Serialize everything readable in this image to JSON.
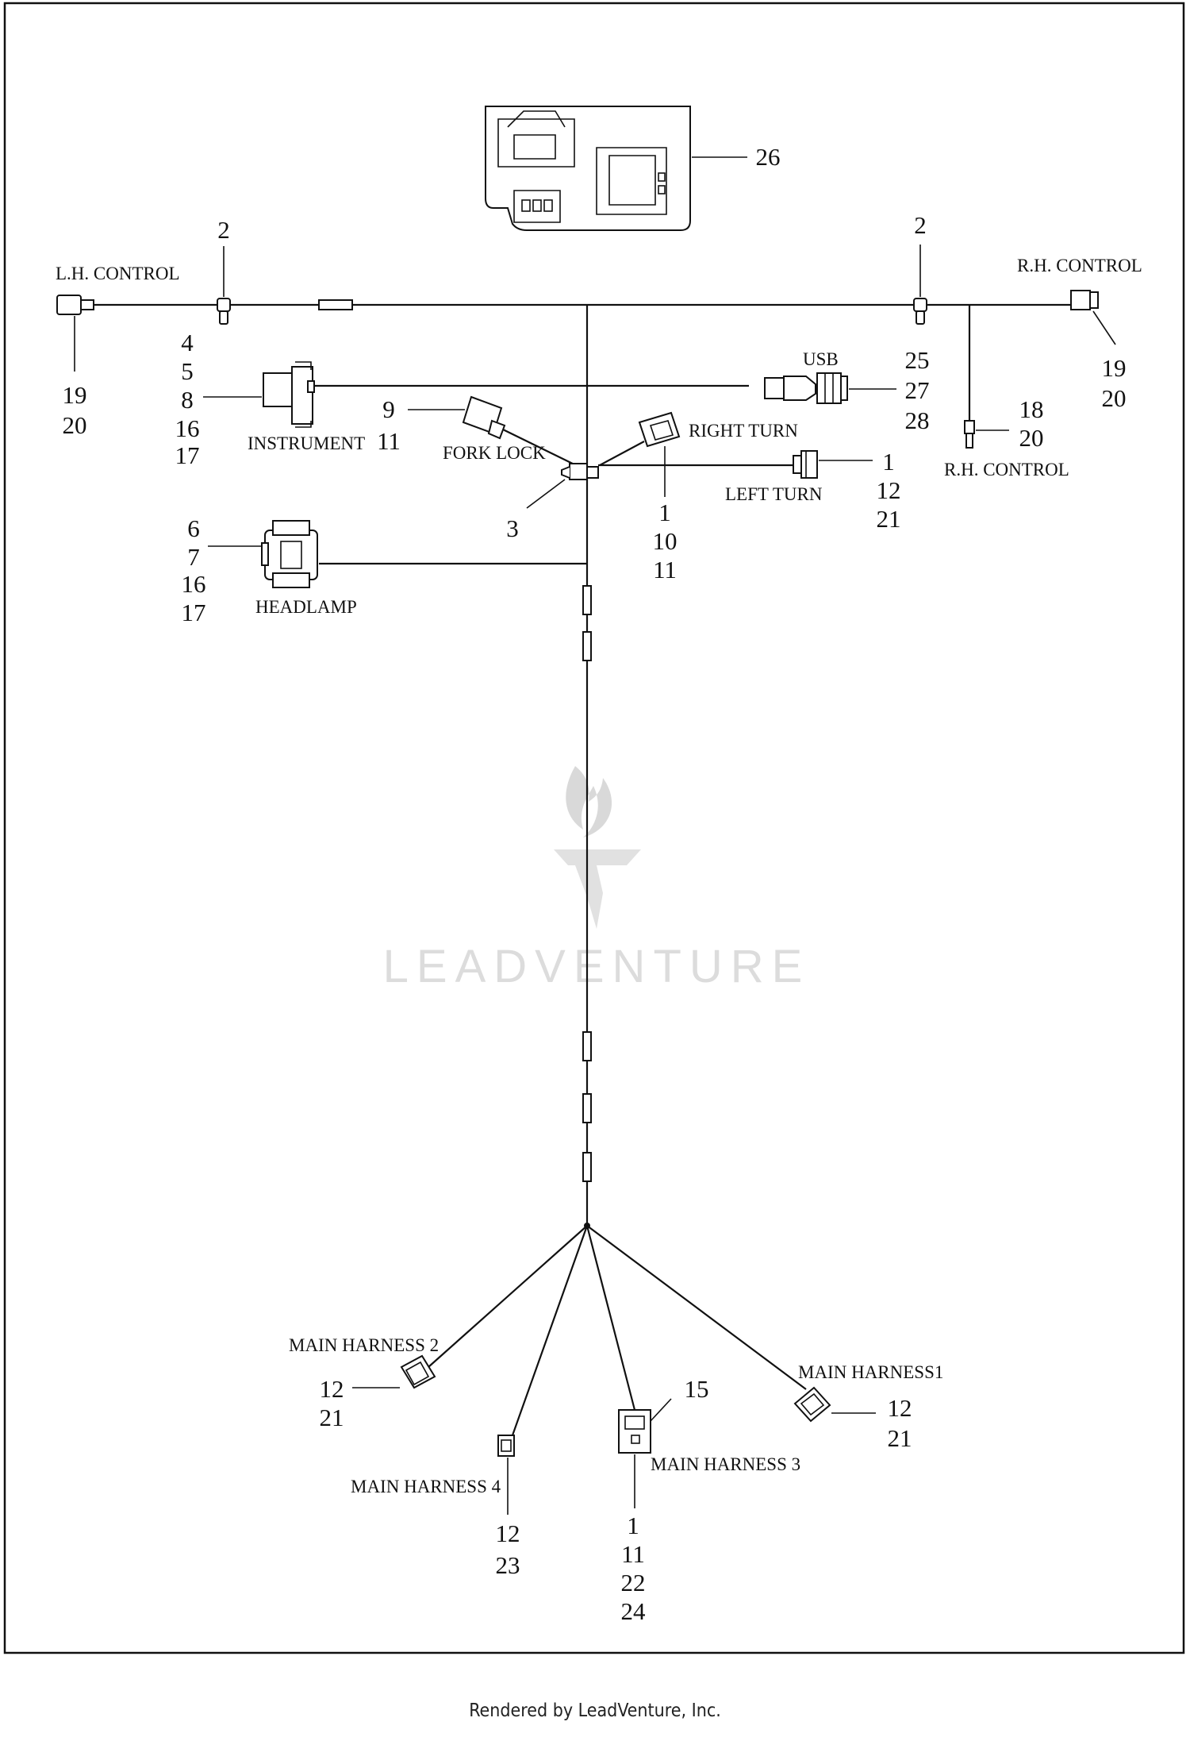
{
  "labels": {
    "lh_control": "L.H. CONTROL",
    "rh_control_top": "R.H. CONTROL",
    "rh_control_lower": "R.H. CONTROL",
    "usb": "USB",
    "instrument": "INSTRUMENT",
    "fork_lock": "FORK LOCK",
    "right_turn": "RIGHT TURN",
    "left_turn": "LEFT TURN",
    "headlamp": "HEADLAMP",
    "main_harness_1": "MAIN HARNESS1",
    "main_harness_2": "MAIN HARNESS 2",
    "main_harness_3": "MAIN HARNESS 3",
    "main_harness_4": "MAIN HARNESS 4"
  },
  "callouts": {
    "c26": "26",
    "c2_left": "2",
    "c2_right": "2",
    "c_lh_control": [
      "19",
      "20"
    ],
    "c_rh_control_top": [
      "19",
      "20"
    ],
    "c_instrument": [
      "4",
      "5",
      "8",
      "16",
      "17"
    ],
    "c_instrument_side": "11",
    "c_fork_lock": "9",
    "c_usb": [
      "25",
      "27",
      "28"
    ],
    "c_rh_control_lower": [
      "18",
      "20"
    ],
    "c_left_turn": [
      "1",
      "12",
      "21"
    ],
    "c_right_turn": [
      "1",
      "10",
      "11"
    ],
    "c3": "3",
    "c_headlamp": [
      "6",
      "7",
      "16",
      "17"
    ],
    "c_main_harness_2": [
      "12",
      "21"
    ],
    "c_main_harness_3_top": "15",
    "c_main_harness_3": [
      "1",
      "11",
      "22",
      "24"
    ],
    "c_main_harness_1": [
      "12",
      "21"
    ],
    "c_main_harness_4": [
      "12",
      "23"
    ]
  },
  "watermark": "LEADVENTURE",
  "footer": "Rendered by LeadVenture, Inc."
}
